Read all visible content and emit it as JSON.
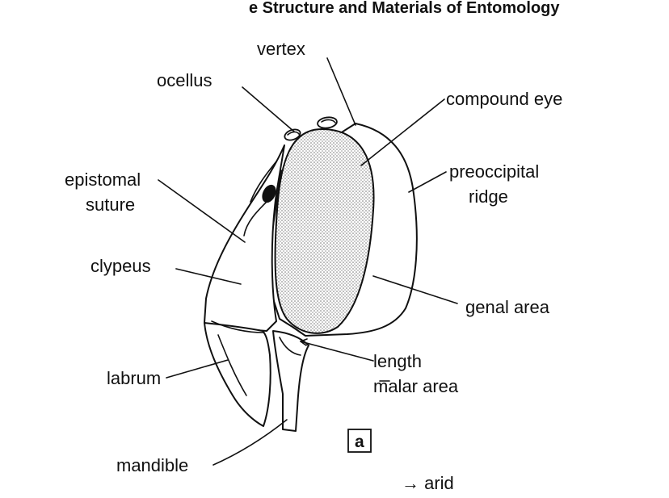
{
  "header_fragment": "e Structure and Materials of Entomology",
  "footer_fragment": "→ arid",
  "panel_label": "a",
  "labels": {
    "vertex": "vertex",
    "ocellus": "ocellus",
    "compound_eye": "compound eye",
    "preoccipital_1": "preoccipital",
    "preoccipital_2": "ridge",
    "epistomal_1": "epistomal",
    "epistomal_2": "suture",
    "clypeus": "clypeus",
    "genal_area": "genal area",
    "length": "length",
    "malar_area": "malar area",
    "labrum": "labrum",
    "mandible": "mandible"
  },
  "colors": {
    "ink": "#111111",
    "eye_stipple": "#7a7a7a",
    "paper": "#ffffff"
  }
}
